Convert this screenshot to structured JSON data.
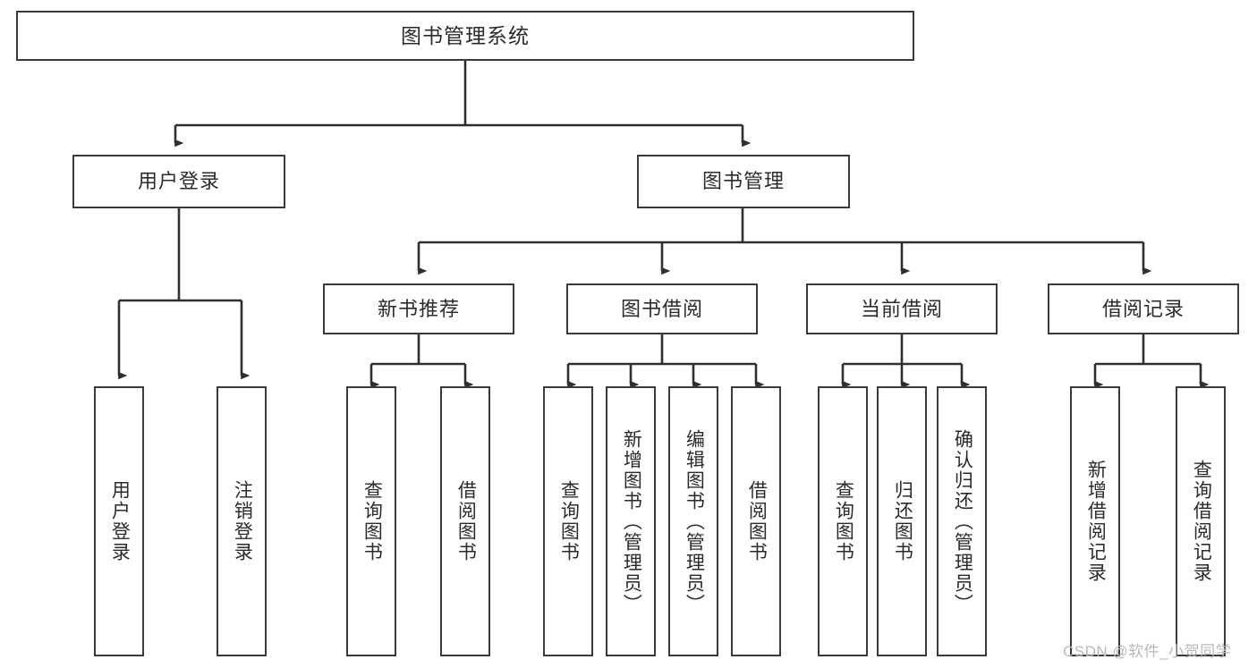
{
  "diagram": {
    "title": "图书管理系统",
    "type": "tree-hierarchy-chart",
    "orientation": "top-down",
    "colors": {
      "border": "#3a3a3a",
      "text": "#2b2b2b",
      "background": "#ffffff",
      "edge": "#2f2f2f",
      "watermark": "#b9b9b9"
    }
  },
  "root": {
    "label": "图书管理系统"
  },
  "level2": [
    {
      "id": "user-login",
      "label": "用户登录"
    },
    {
      "id": "book-management",
      "label": "图书管理"
    }
  ],
  "level3": [
    {
      "id": "new-book-recommend",
      "label": "新书推荐",
      "parent": "book-management"
    },
    {
      "id": "book-borrow",
      "label": "图书借阅",
      "parent": "book-management"
    },
    {
      "id": "current-borrow",
      "label": "当前借阅",
      "parent": "book-management"
    },
    {
      "id": "borrow-record",
      "label": "借阅记录",
      "parent": "book-management"
    }
  ],
  "leaves": {
    "user_login": [
      {
        "id": "leaf-user-login",
        "label": "用户登录"
      },
      {
        "id": "leaf-logout",
        "label": "注销登录"
      }
    ],
    "new_book_recommend": [
      {
        "id": "leaf-query-book-1",
        "label": "查询图书"
      },
      {
        "id": "leaf-borrow-book-1",
        "label": "借阅图书"
      }
    ],
    "book_borrow": [
      {
        "id": "leaf-query-book-2",
        "label": "查询图书"
      },
      {
        "id": "leaf-add-book",
        "label": "新增图书（管理员）"
      },
      {
        "id": "leaf-edit-book",
        "label": "编辑图书（管理员）"
      },
      {
        "id": "leaf-borrow-book-2",
        "label": "借阅图书"
      }
    ],
    "current_borrow": [
      {
        "id": "leaf-query-book-3",
        "label": "查询图书"
      },
      {
        "id": "leaf-return-book",
        "label": "归还图书"
      },
      {
        "id": "leaf-confirm-return",
        "label": "确认归还（管理员）"
      }
    ],
    "borrow_record": [
      {
        "id": "leaf-add-record",
        "label": "新增借阅记录"
      },
      {
        "id": "leaf-query-record",
        "label": "查询借阅记录"
      }
    ]
  },
  "watermark": {
    "text": "CSDN @软件_小贺同学"
  }
}
